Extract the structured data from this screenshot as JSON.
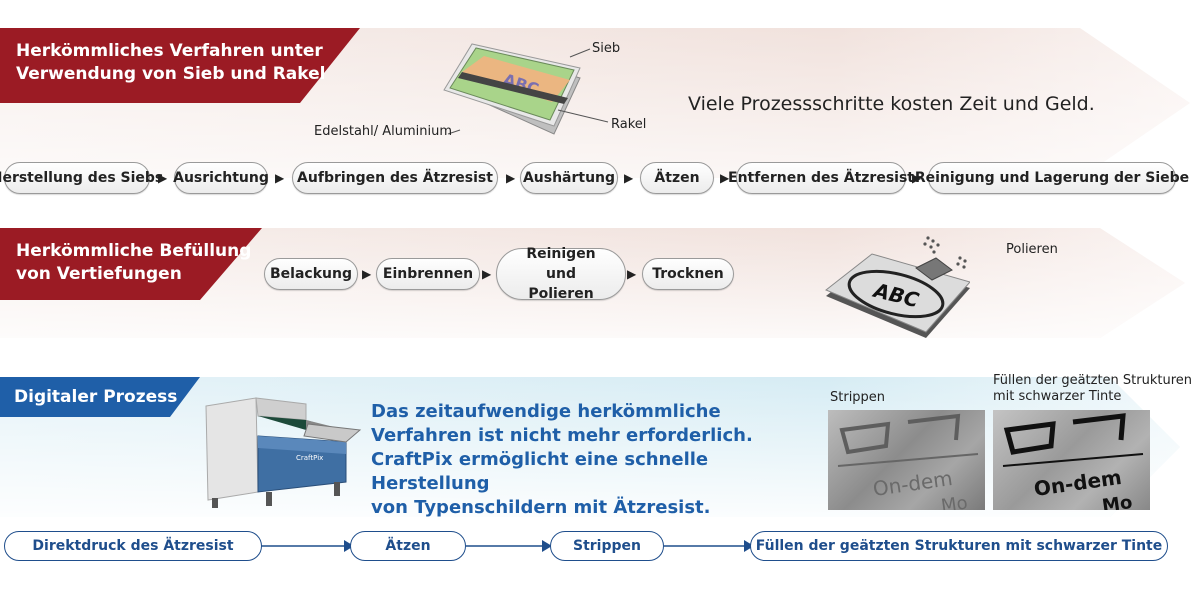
{
  "section1": {
    "title_line1": "Herkömmliches Verfahren unter",
    "title_line2": "Verwendung von Sieb und Rakel",
    "tagline": "Viele Prozessschritte kosten Zeit und Geld.",
    "labels": {
      "sieb": "Sieb",
      "rakel": "Rakel",
      "material": "Edelstahl/ Aluminium"
    },
    "illustration_text": "ABC",
    "steps": [
      "Herstellung des Siebs",
      "Ausrichtung",
      "Aufbringen des Ätzresist",
      "Aushärtung",
      "Ätzen",
      "Entfernen des Ätzresist",
      "Reinigung und Lagerung der Siebe"
    ],
    "arrow_glyph": "▶",
    "colors": {
      "title_bg": "#9b1b24",
      "band": "#f3e6e2"
    }
  },
  "section2": {
    "title_line1": "Herkömmliche Befüllung",
    "title_line2": "von Vertiefungen",
    "steps": [
      "Belackung",
      "Einbrennen",
      "Reinigen und Polieren",
      "Trocknen"
    ],
    "polish_label": "Polieren",
    "plate_text": "ABC"
  },
  "section3": {
    "title": "Digitaler Prozess",
    "description": [
      "Das zeitaufwendige herkömmliche",
      "Verfahren ist nicht mehr erforderlich.",
      "CraftPix ermöglicht eine schnelle Herstellung",
      "von Typenschildern mit Ätzresist."
    ],
    "printer_label": "CraftPix",
    "photo1_caption": "Strippen",
    "photo2_caption_line1": "Füllen der geätzten Strukturen",
    "photo2_caption_line2": "mit schwarzer Tinte",
    "photo_text_line1": "On-dem",
    "photo_text_line2": "Mo",
    "steps": [
      "Direktdruck des Ätzresist",
      "Ätzen",
      "Strippen",
      "Füllen der geätzten Strukturen mit schwarzer Tinte"
    ],
    "colors": {
      "title_bg": "#1f5fa8",
      "band": "#dbeef6",
      "text": "#1f5fa8"
    }
  }
}
